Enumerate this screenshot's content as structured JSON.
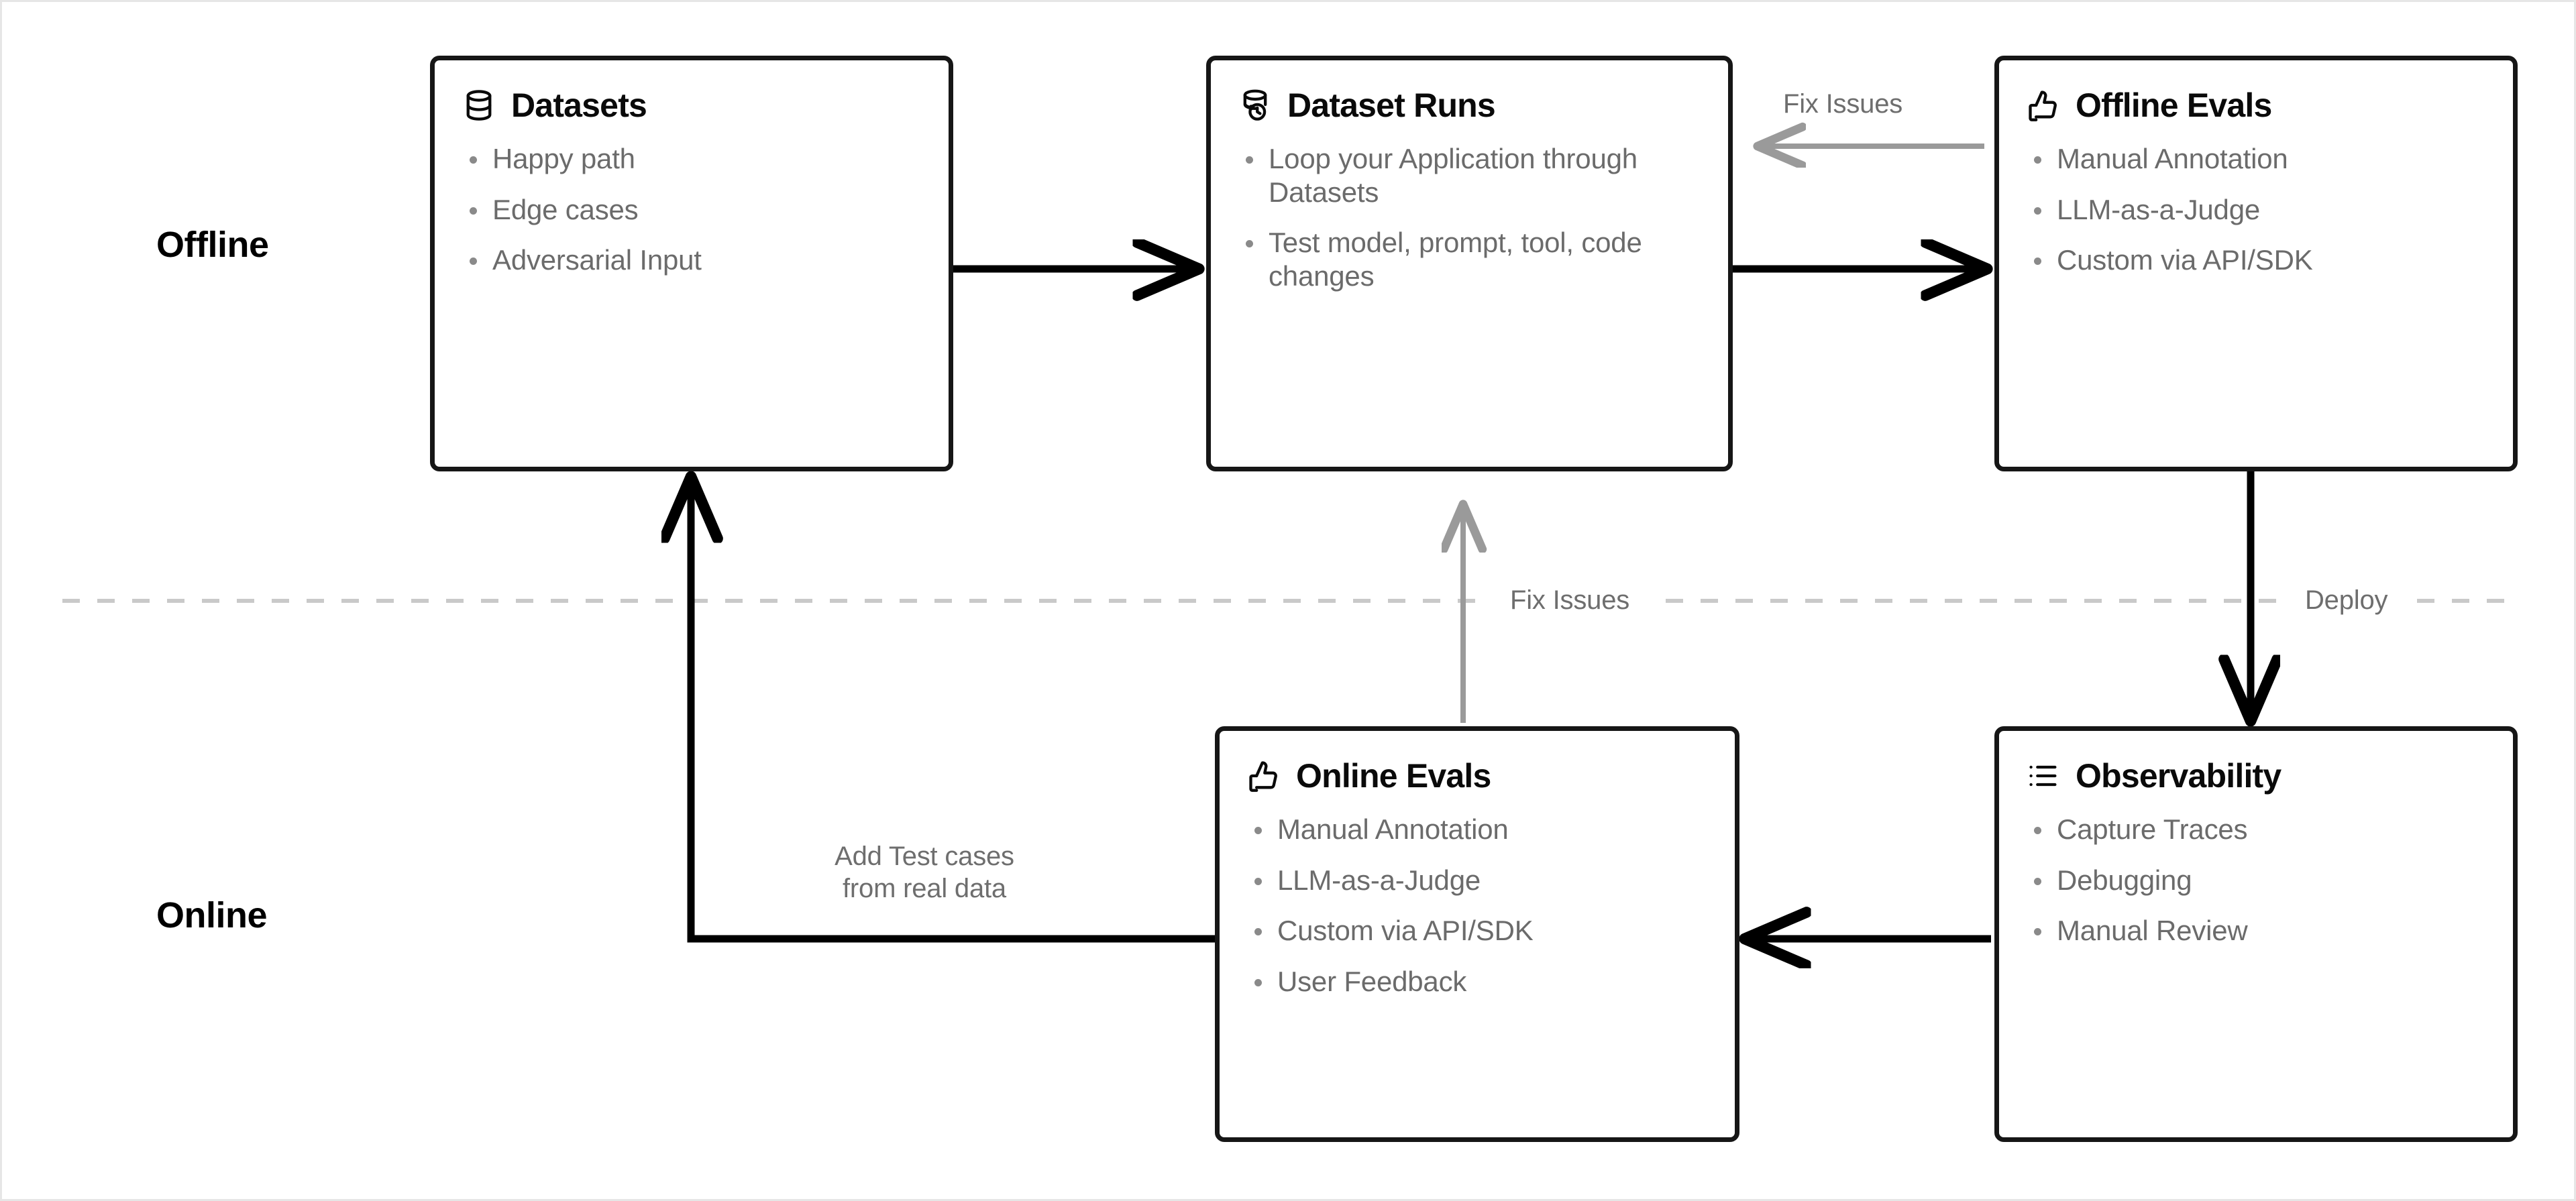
{
  "lanes": [
    {
      "id": "offline",
      "label": "Offline"
    },
    {
      "id": "online",
      "label": "Online"
    }
  ],
  "nodes": [
    {
      "id": "datasets",
      "title": "Datasets",
      "icon": "database-icon",
      "bullets": [
        "Happy path",
        "Edge cases",
        "Adversarial Input"
      ]
    },
    {
      "id": "dataset-runs",
      "title": "Dataset Runs",
      "icon": "database-refresh-icon",
      "bullets": [
        "Loop your Application through Datasets",
        "Test model, prompt, tool, code changes"
      ]
    },
    {
      "id": "offline-evals",
      "title": "Offline Evals",
      "icon": "thumbs-up-icon",
      "bullets": [
        "Manual Annotation",
        "LLM-as-a-Judge",
        "Custom via API/SDK"
      ]
    },
    {
      "id": "online-evals",
      "title": "Online Evals",
      "icon": "thumbs-up-icon",
      "bullets": [
        "Manual Annotation",
        "LLM-as-a-Judge",
        "Custom via API/SDK",
        "User Feedback"
      ]
    },
    {
      "id": "observability",
      "title": "Observability",
      "icon": "list-indent-icon",
      "bullets": [
        "Capture Traces",
        "Debugging",
        "Manual Review"
      ]
    }
  ],
  "edge_labels": {
    "fix_issues_top": "Fix Issues",
    "fix_issues_middle": "Fix Issues",
    "deploy": "Deploy",
    "add_test_cases_line1": "Add Test cases",
    "add_test_cases_line2": "from real data"
  },
  "colors": {
    "node_border": "#161616",
    "node_title": "#0a0a0a",
    "bullet_text": "#6b6b6b",
    "edge_solid": "#000000",
    "edge_muted": "#9a9a9a",
    "divider": "#c9c9c9",
    "canvas_border": "#e6e6e6",
    "background": "#ffffff"
  }
}
